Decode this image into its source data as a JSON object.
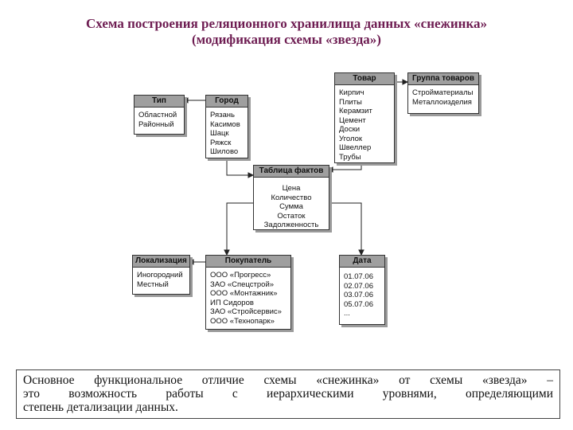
{
  "title": {
    "line1": "Схема построения реляционного хранилища данных «снежинка»",
    "line2": "(модификация схемы «звезда»)"
  },
  "tables": {
    "type": {
      "header": "Тип",
      "rows": [
        "Областной",
        "Районный"
      ]
    },
    "city": {
      "header": "Город",
      "rows": [
        "Рязань",
        "Касимов",
        "Шацк",
        "Ряжск",
        "Шилово"
      ]
    },
    "product": {
      "header": "Товар",
      "rows": [
        "Кирпич",
        "Плиты",
        "Керамзит",
        "Цемент",
        "Доски",
        "Уголок",
        "Швеллер",
        "Трубы"
      ]
    },
    "group": {
      "header": "Группа товаров",
      "rows": [
        "Стройматериалы",
        "Металлоизделия"
      ]
    },
    "facts": {
      "header": "Таблица фактов",
      "rows": [
        "Цена",
        "Количество",
        "Сумма",
        "Остаток",
        "Задолженность"
      ]
    },
    "location": {
      "header": "Локализация",
      "rows": [
        "Иногородний",
        "Местный"
      ]
    },
    "buyer": {
      "header": "Покупатель",
      "rows": [
        "ООО «Прогресс»",
        "ЗАО «Спецстрой»",
        "ООО «Монтажник»",
        "ИП Сидоров",
        "ЗАО «Стройсервис»",
        "ООО «Технопарк»"
      ]
    },
    "date": {
      "header": "Дата",
      "rows": [
        "01.07.06",
        "02.07.06",
        "03.07.06",
        "05.07.06",
        "..."
      ]
    }
  },
  "note": {
    "line1": "Основное функциональное отличие схемы «снежинка» от схемы «звезда» –",
    "line2": "это возможность работы с иерархическими уровнями, определяющими",
    "line3": "степень детализации данных."
  }
}
